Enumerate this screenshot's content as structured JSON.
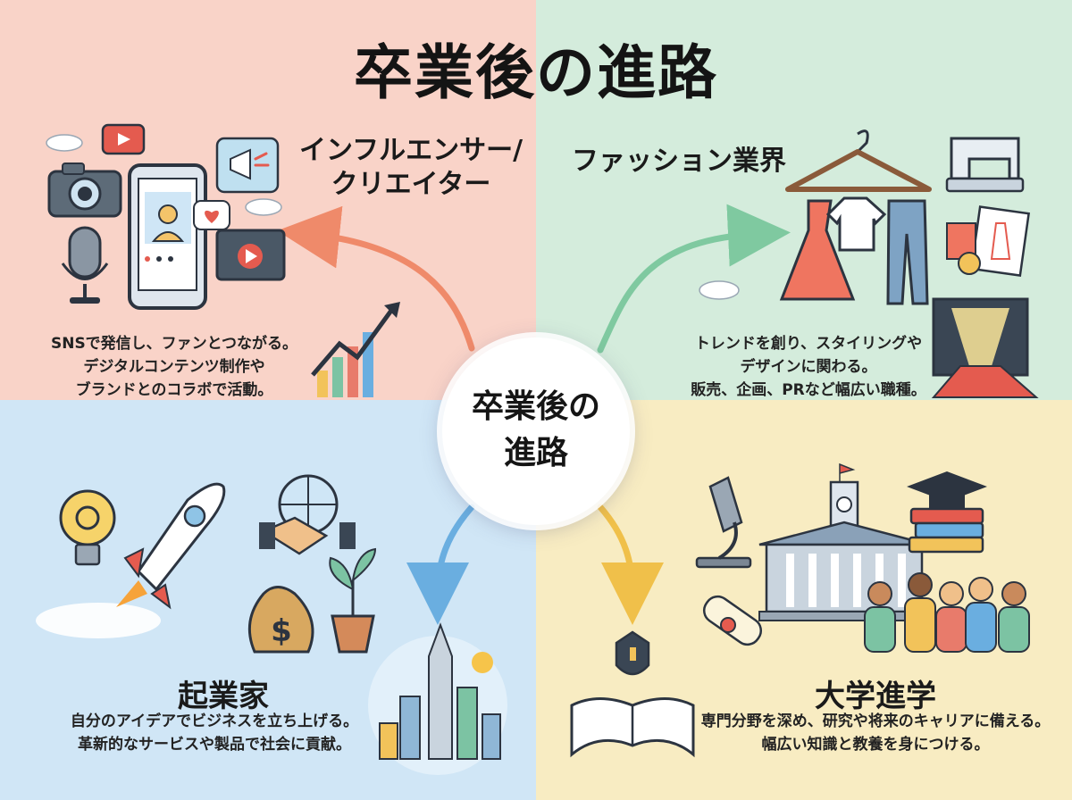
{
  "title": "卒業後の進路",
  "center": {
    "line1": "卒業後の",
    "line2": "進路"
  },
  "colors": {
    "influencer_bg": "#f9d3c8",
    "fashion_bg": "#d4ecdc",
    "startup_bg": "#d0e6f6",
    "university_bg": "#f8ecc2",
    "arrow_influencer": "#ef8a6a",
    "arrow_fashion": "#7fc9a0",
    "arrow_startup": "#6aaee0",
    "arrow_university": "#f0c04a"
  },
  "sections": {
    "influencer": {
      "heading_line1": "インフルエンサー/",
      "heading_line2": "クリエイター",
      "lines": [
        "SNSで発信し、ファンとつながる。",
        "デジタルコンテンツ制作や",
        "ブランドとのコラボで活動。"
      ],
      "icons": [
        "camera-icon",
        "smartphone-profile-icon",
        "video-play-icon",
        "megaphone-icon",
        "microphone-icon",
        "video-player-icon",
        "growth-chart-icon"
      ]
    },
    "fashion": {
      "heading": "ファッション業界",
      "lines": [
        "トレンドを創り、スタイリングや",
        "デザインに関わる。",
        "販売、企画、PRなど幅広い職種。"
      ],
      "icons": [
        "hanger-icon",
        "dress-icon",
        "tshirt-icon",
        "jeans-icon",
        "sewing-machine-icon",
        "sketch-icon",
        "runway-stage-icon"
      ]
    },
    "startup": {
      "heading": "起業家",
      "lines": [
        "自分のアイデアでビジネスを立ち上げる。",
        "革新的なサービスや製品で社会に貢献。"
      ],
      "icons": [
        "lightbulb-gear-icon",
        "rocket-icon",
        "handshake-globe-icon",
        "money-bag-icon",
        "plant-icon",
        "city-skyline-icon"
      ]
    },
    "university": {
      "heading": "大学進学",
      "lines": [
        "専門分野を深め、研究や将来のキャリアに備える。",
        "幅広い知識と教養を身につける。"
      ],
      "icons": [
        "microscope-icon",
        "university-building-icon",
        "graduation-cap-books-icon",
        "diploma-icon",
        "students-icon",
        "open-book-crest-icon"
      ]
    }
  }
}
